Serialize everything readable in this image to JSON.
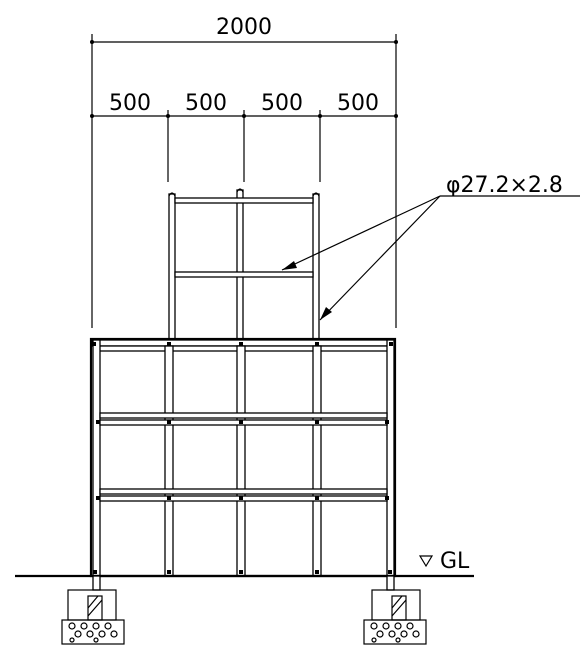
{
  "dimensions": {
    "overall": "2000",
    "segments": [
      "500",
      "500",
      "500",
      "500"
    ]
  },
  "annotations": {
    "pipe_spec": "φ27.2×2.8",
    "ground_label": "▽GL"
  }
}
